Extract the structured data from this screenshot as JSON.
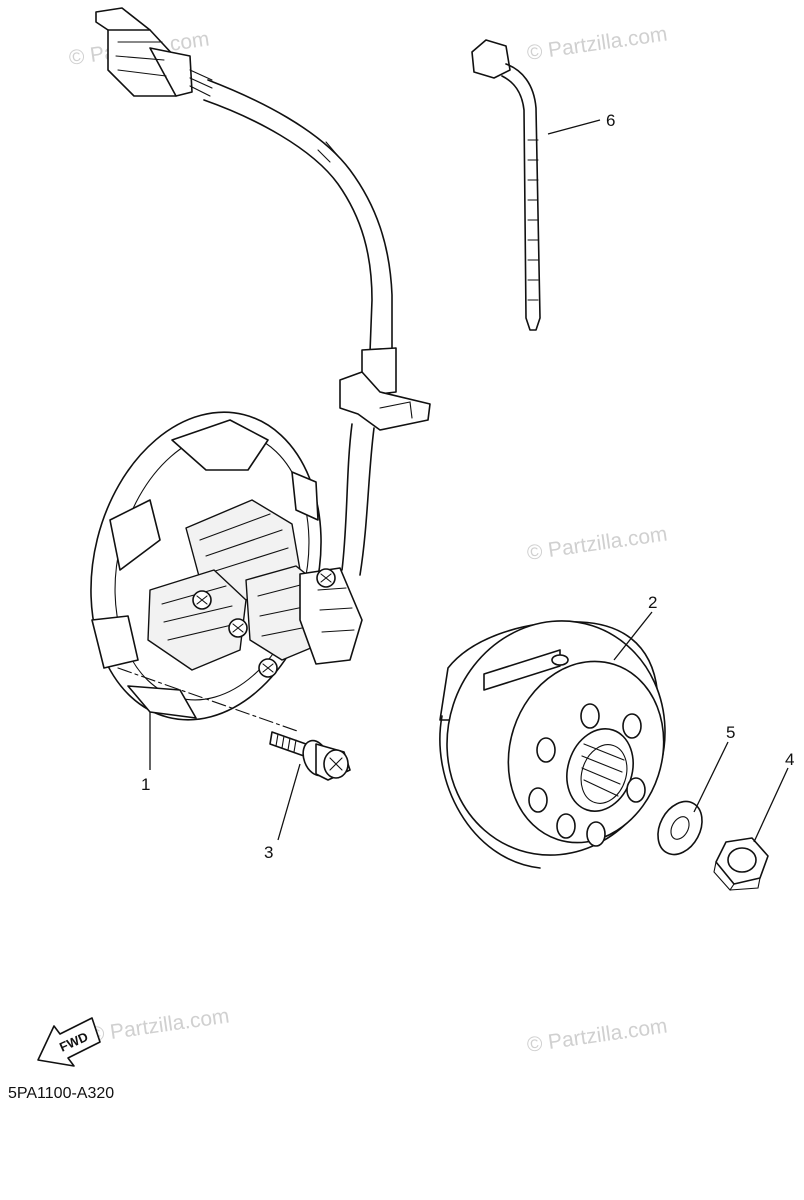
{
  "diagram": {
    "drawing_code": "5PA1100-A320",
    "direction_label": "FWD",
    "watermark": "© Partzilla.com",
    "callouts": [
      "1",
      "2",
      "3",
      "4",
      "5",
      "6"
    ],
    "parts": [
      {
        "ref": "1",
        "icon": "stator-assembly-icon"
      },
      {
        "ref": "2",
        "icon": "rotor-flywheel-icon"
      },
      {
        "ref": "3",
        "icon": "flange-bolt-icon"
      },
      {
        "ref": "4",
        "icon": "hex-nut-icon"
      },
      {
        "ref": "5",
        "icon": "washer-icon"
      },
      {
        "ref": "6",
        "icon": "cable-tie-icon"
      }
    ]
  }
}
